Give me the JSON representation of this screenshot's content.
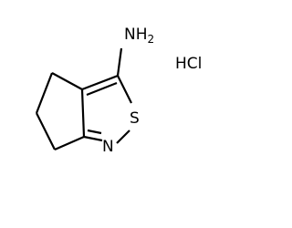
{
  "structure": {
    "atoms": {
      "amine": {
        "main": "NH",
        "subscript": "2"
      },
      "sulfur": "S",
      "nitrogen": "N"
    },
    "salt": "HCl"
  },
  "colors": {
    "bond": "#000000",
    "nitrogen": "#3333ff",
    "sulfur": "#b3a100",
    "text": "#000000"
  }
}
